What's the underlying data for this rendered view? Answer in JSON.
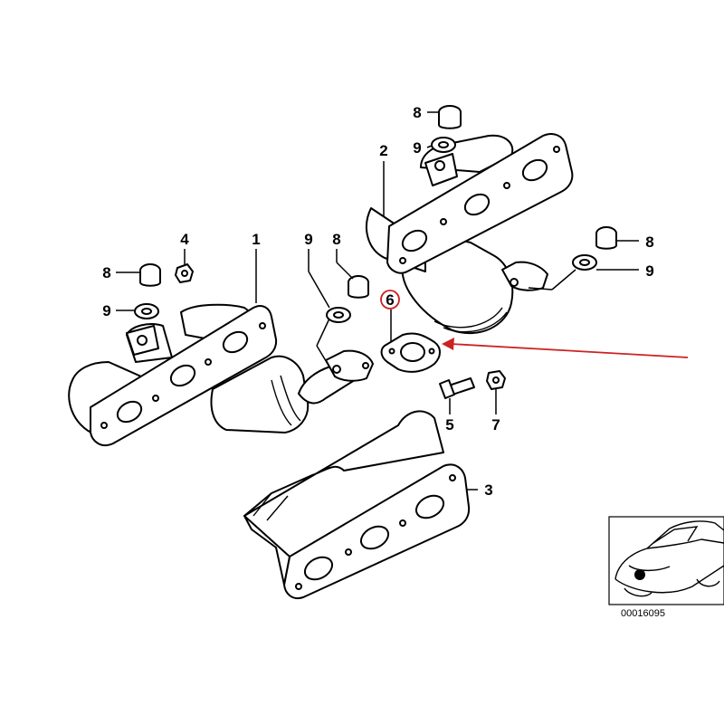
{
  "callouts": {
    "c1": "1",
    "c2": "2",
    "c3": "3",
    "c4": "4",
    "c5": "5",
    "c6": "6",
    "c7": "7",
    "c8_top": "8",
    "c8_left": "8",
    "c8_mid": "8",
    "c8_right": "8",
    "c9_top": "9",
    "c9_left": "9",
    "c9_mid": "9",
    "c9_right": "9"
  },
  "reference_number": "00016095",
  "colors": {
    "line": "#000000",
    "highlight": "#cc2222",
    "background": "#ffffff"
  }
}
